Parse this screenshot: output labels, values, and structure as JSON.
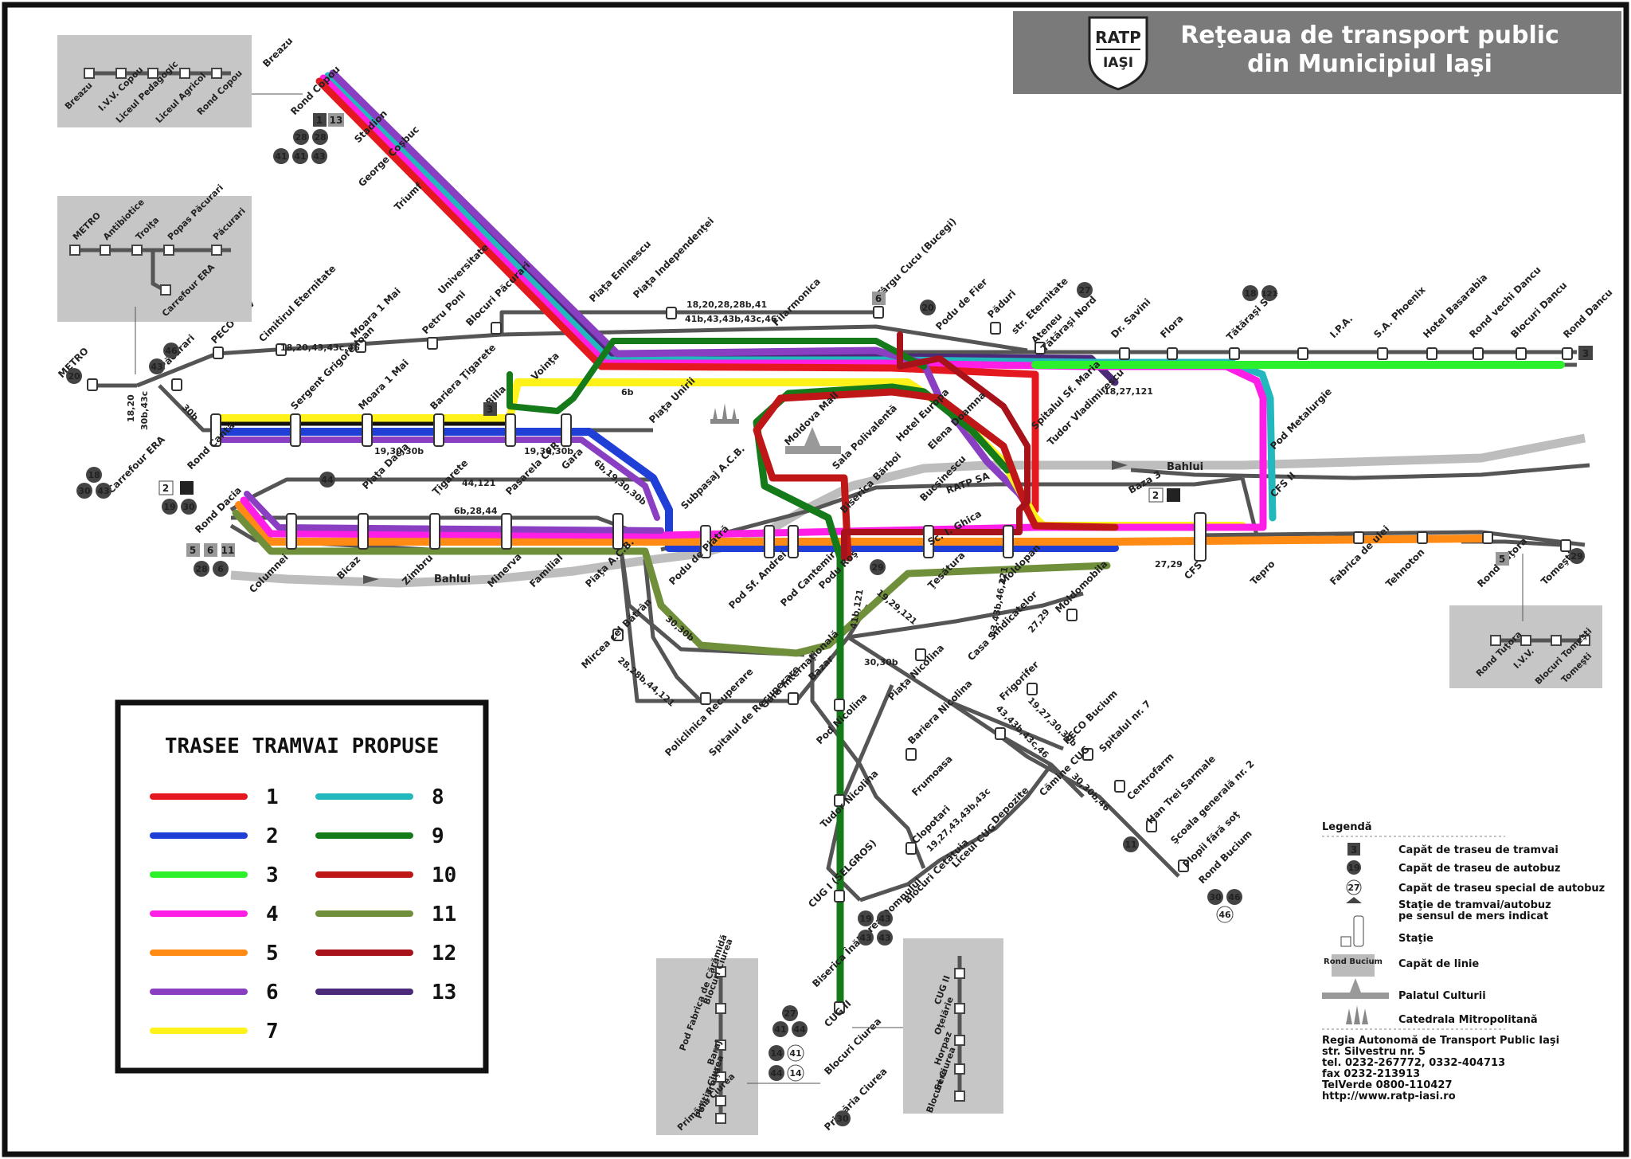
{
  "header": {
    "logo_top": "RATP",
    "logo_bottom": "IAŞI",
    "title_line1": "Reţeaua de transport public",
    "title_line2": "din Municipiul Iaşi"
  },
  "proposed_routes_box": {
    "title": "TRASEE TRAMVAI PROPUSE",
    "routes": [
      {
        "number": "1",
        "color": "#e3191f"
      },
      {
        "number": "2",
        "color": "#1f3fd6"
      },
      {
        "number": "3",
        "color": "#2df02d"
      },
      {
        "number": "4",
        "color": "#ff1ee6"
      },
      {
        "number": "5",
        "color": "#ff8a14"
      },
      {
        "number": "6",
        "color": "#8a3fc2"
      },
      {
        "number": "7",
        "color": "#fff21a"
      },
      {
        "number": "8",
        "color": "#22b8be"
      },
      {
        "number": "9",
        "color": "#157a1a"
      },
      {
        "number": "10",
        "color": "#bf1717"
      },
      {
        "number": "11",
        "color": "#6f8f3a"
      },
      {
        "number": "12",
        "color": "#a8131b"
      },
      {
        "number": "13",
        "color": "#4b2a7a"
      }
    ]
  },
  "legend": {
    "title": "Legendă",
    "items": [
      {
        "symbol": "3",
        "label": "Capăt de traseu de tramvai"
      },
      {
        "symbol": "19",
        "label": "Capăt de traseu de autobuz"
      },
      {
        "symbol": "27",
        "label": "Capăt de traseu special de autobuz"
      },
      {
        "symbol": "",
        "label": "Staţie de tramvai/autobuz"
      },
      {
        "symbol": "",
        "label": "pe sensul de mers indicat"
      },
      {
        "symbol": "",
        "label": "Staţie"
      },
      {
        "symbol": "Rond Bucium",
        "label": "Capăt de linie"
      },
      {
        "symbol": "",
        "label": "Palatul Culturii"
      },
      {
        "symbol": "",
        "label": "Catedrala Mitropolitană"
      }
    ],
    "company": [
      "Regia Autonomă de Transport Public Iaşi",
      "str. Silvestru nr. 5",
      "tel. 0232-267772, 0332-404713",
      "fax 0232-213913",
      "TelVerde 0800-110427",
      "http://www.ratp-iasi.ro"
    ]
  },
  "river_labels": [
    "Bahlui",
    "Bahlui"
  ],
  "stations": {
    "metro": "METRO",
    "pacurari": "Păcurari",
    "peco_omv": "PECO OMV",
    "cimitirul": "Cimitirul Eternitate",
    "moara1": "Moara 1 Mai",
    "petru_poni": "Petru Poni",
    "blocuri_pacurari": "Blocuri Păcurari",
    "universitate": "Universitate",
    "triumf": "Triumf",
    "george_cosbuc": "George Coşbuc",
    "stadion": "Stadion",
    "rond_copou": "Rond Copou",
    "breazu": "Breazu",
    "piata_eminescu": "Piaţa Eminescu",
    "piata_independentei": "Piaţa Independenţei",
    "filarmonica": "Filarmonica",
    "targu_cucu": "Târgu Cucu (Bucegi)",
    "podu_de_fier": "Podu de Fier",
    "paduri": "Păduri",
    "str_eternitate": "str. Eternitate",
    "ateneu": "Ateneu",
    "tatarasi_nord": "Tătăraşi Nord",
    "dr_savini": "Dr. Savini",
    "flora": "Flora",
    "tatarasi_sud": "Tătăraşi Sud",
    "ipa": "I.P.A.",
    "sa_phoenix": "S.A. Phoenix",
    "hotel_basarabia": "Hotel Basarabia",
    "rond_vechi_dancu": "Rond vechi Dancu",
    "blocuri_dancu": "Blocuri Dancu",
    "rond_dancu": "Rond Dancu",
    "sergent_grigore_ioan": "Sergent Grigore Ioan",
    "moara_1mai_2": "Moara 1 Mai",
    "bariera_tigarete": "Bariera Ţigarete",
    "billa": "Billa",
    "voinţa": "Voinţa",
    "piata_unirii": "Piaţa Unirii",
    "moldova_mall": "Moldova Mall",
    "sala_polivalenta": "Sala Polivalentă",
    "hotel_europa": "Hotel Europa",
    "elena_doamna": "Elena Doamna",
    "spitalul_sf_maria": "Spitalul Sf. Maria",
    "tudor_vladimirescu": "Tudor Vladimirescu",
    "pod_metalurgie": "Pod Metalurgie",
    "cfs_ii": "CFS II",
    "rond_canta": "Rond Canta",
    "carrefour_era": "Carrefour ERA",
    "piata_dacia": "Piaţa Dacia",
    "tigarete": "Ţigarete",
    "pasarela_cfr": "Pasarela CFR",
    "gara": "Gara",
    "subpasaj_acb": "Subpasaj A.C.B.",
    "rond_dacia": "Rond Dacia",
    "columnei": "Columnei",
    "bicaz": "Bicaz",
    "zimbru": "Zimbru",
    "minerva": "Minerva",
    "familial": "Familial",
    "piata_acb": "Piaţa A.C.B.",
    "podu_de_piatra": "Podu de Piatră",
    "pod_sf_andrei": "Pod Sf. Andrei",
    "pod_cantemir": "Pod Cantemir",
    "podu_ros": "Podu Roş",
    "biserica_bărboi": "Biserica Bărboi",
    "bucsinescu": "Bucşinescu",
    "ratp_sa": "RATP SA",
    "sc_i_ghica": "Sc. I. Ghica",
    "tesatura": "Ţesătura",
    "moldopan": "Moldopan",
    "baza3": "Baza 3",
    "cfs": "CFS",
    "tepro": "Tepro",
    "fabrica_de_ulei": "Fabrica de ulei",
    "tehnoton": "Tehnoton",
    "rond_tutora": "Rond Tuţora",
    "tomesti": "Tomeşti",
    "mircea": "Mircea cel Bătrân",
    "policlinica": "Policlinica Recuperare",
    "spitalul_recuperare": "Spitalul de Recuperare",
    "gara_internationala": "Gara Internaţională",
    "bazar": "Bazar",
    "piata_nicolina": "Piaţa Nicolina",
    "casa_sindicatelor": "Casa Sindicatelor",
    "moldomobila": "Moldomobila",
    "frigorifer": "Frigorifer",
    "peco_bucium": "PECO Bucium",
    "spitalul_nr7": "Spitalul nr. 7",
    "centrofarm": "Centrofarm",
    "han_trei_sarmale": "Han Trei Sarmale",
    "scoala_nr2": "Şcoala generală nr. 2",
    "plopii": "Plopii fără soţ",
    "rond_bucium": "Rond Bucium",
    "pod_nicolina": "Pod Nicolina",
    "bariera_nicolina": "Bariera Nicolina",
    "frumoasa": "Frumoasa",
    "clopotari": "Clopotari",
    "depozite": "Depozite",
    "camine_cug": "Cămine CUG",
    "liceul_cug": "Liceul CUG",
    "blocuri_cetatuia": "Blocuri Cetăţuia",
    "tudor_nicolina": "Tudor Nicolina",
    "cug_selgros": "CUG I (SELGROS)",
    "biserica_inaltarea": "Biserica Înălţarea Domnului",
    "cug_ii": "CUG II",
    "blocuri_ciurea": "Blocuri Ciurea",
    "primaria_ciurea": "Primăria Ciurea"
  },
  "insets": {
    "copou": [
      "Breazu",
      "I.V.V. Copou",
      "Liceul Pedagogic",
      "Liceul Agricol",
      "Rond Copou"
    ],
    "pacurari": [
      "METRO",
      "Antibiotice",
      "Troiţa",
      "Popas Păcurari",
      "Păcurari",
      "Carrefour ERA"
    ],
    "tomesti": [
      "Rond Tuţora",
      "I.V.V.",
      "Blocuri Tomeşti",
      "Tomeşti"
    ],
    "ciurea": [
      "Blocuri Ciurea",
      "Pod Fabrica de Cărămidă",
      "Baraj",
      "Troiţa",
      "Poliţia Ciurea",
      "Primăria Ciurea"
    ],
    "cug": [
      "CUG II",
      "Oţelărie",
      "Horpaz",
      "Sere",
      "Blocuri Ciurea"
    ]
  },
  "terminus_badges": {
    "tram": [
      "1",
      "13",
      "3",
      "3",
      "2",
      "7",
      "5",
      "6",
      "11",
      "6",
      "2",
      "7",
      "5"
    ],
    "bus": [
      "20",
      "46",
      "43",
      "18",
      "30",
      "43",
      "28",
      "28",
      "41",
      "41",
      "43",
      "19",
      "30",
      "44",
      "28",
      "6",
      "29",
      "29",
      "20",
      "18",
      "121",
      "27",
      "29",
      "19",
      "43",
      "43",
      "43",
      "27",
      "41",
      "44",
      "14",
      "41",
      "44",
      "14",
      "30",
      "30",
      "46",
      "46",
      "11"
    ]
  },
  "route_labels": [
    "18,20,28,28b,41",
    "41b,43,43b,43c,46",
    "18,20,43,43c,46",
    "19,30,30b",
    "19,30,30b",
    "6b,19,30,30b",
    "6b,28,44",
    "44,121",
    "30,30b",
    "28,28b,44,121",
    "30,30b",
    "19,29,121",
    "41b,121",
    "43,43b,46,121",
    "27,29",
    "27,29",
    "18,27,121",
    "19,27,43,43b,43c",
    "30,30b,46",
    "43,43b,43c,46",
    "19,27,30,30b",
    "18,20",
    "30b,43c",
    "6b",
    "30b"
  ]
}
